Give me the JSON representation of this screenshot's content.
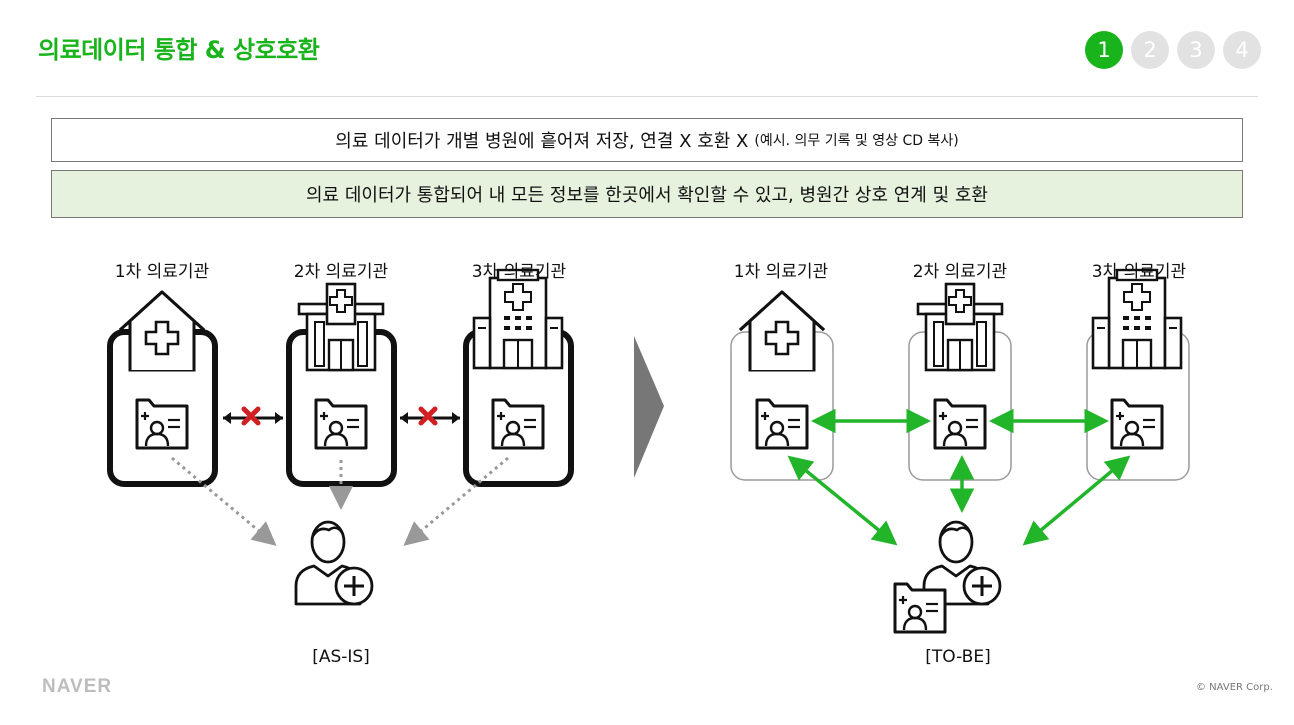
{
  "slide": {
    "title": "의료데이터 통합 & 상호호환",
    "steps": [
      "1",
      "2",
      "3",
      "4"
    ],
    "active_step": "1",
    "accent_color": "#19b41c"
  },
  "statements": {
    "problem": "의료 데이터가 개별 병원에 흩어져 저장, 연결 X 호환 X",
    "problem_note": "(예시. 의무 기록 및 영상 CD 복사)",
    "solution": "의료 데이터가 통합되어 내 모든 정보를 한곳에서 확인할 수 있고, 병원간 상호 연계 및 호환"
  },
  "as_is": {
    "caption": "[AS-IS]",
    "institutions": [
      "1차 의료기관",
      "2차 의료기관",
      "3차 의료기관"
    ]
  },
  "to_be": {
    "caption": "[TO-BE]",
    "institutions": [
      "1차 의료기관",
      "2차 의료기관",
      "3차 의료기관"
    ]
  },
  "footer": {
    "logo": "NAVER",
    "copyright": "© NAVER Corp."
  }
}
